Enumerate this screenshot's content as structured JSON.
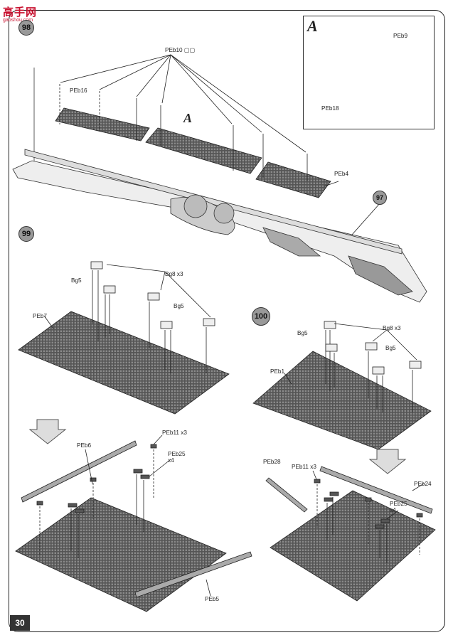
{
  "watermark": {
    "text": "高手网",
    "sub": "gaoshou.com"
  },
  "page_number": "30",
  "steps": {
    "s98": "98",
    "s97": "97",
    "s99": "99",
    "s100": "100"
  },
  "step98": {
    "detail_letter": "A",
    "labels": {
      "pe10": "PEb10",
      "pe16": "PEb16",
      "pe4": "PEb4",
      "detail": "A"
    },
    "inset_labels": {
      "letter": "A",
      "pe9": "PEb9",
      "pe18": "PEb18"
    }
  },
  "step99": {
    "labels": {
      "bg8": "Bg8",
      "bg5a": "Bg5",
      "bg5b": "Bg5",
      "pe7": "PEb7",
      "pe6": "PEb6",
      "pe11": "PEb11",
      "pe25": "PEb25",
      "pe5": "PEb5"
    },
    "counts": {
      "bg8": "x3",
      "pe11": "x3",
      "pe25": "x4"
    }
  },
  "step100": {
    "labels": {
      "bg8": "Bg8",
      "bg5a": "Bg5",
      "bg5b": "Bg5",
      "pe1": "PEb1",
      "pe28": "PEb28",
      "pe11": "PEb11",
      "pe25": "PEb25",
      "pe24": "PEb24"
    },
    "counts": {
      "bg8": "x3",
      "pe11": "x3",
      "pe25": "x4"
    }
  }
}
